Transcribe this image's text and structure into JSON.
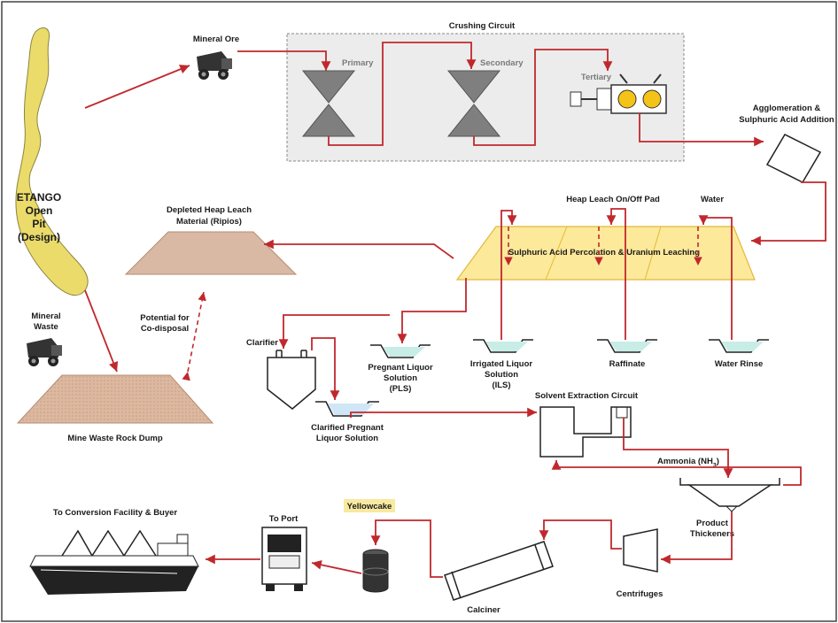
{
  "pit": {
    "line1": "ETANGO",
    "line2": "Open",
    "line3": "Pit",
    "line4": "(Design)"
  },
  "labels": {
    "mineral_ore": "Mineral Ore",
    "crushing_circuit": "Crushing Circuit",
    "primary": "Primary",
    "secondary": "Secondary",
    "tertiary": "Tertiary",
    "agglomeration_1": "Agglomeration &",
    "agglomeration_2": "Sulphuric Acid Addition",
    "heap_leach_pad": "Heap Leach On/Off Pad",
    "water": "Water",
    "leaching": "Sulphuric Acid Percolation & Uranium Leaching",
    "depleted_1": "Depleted Heap Leach",
    "depleted_2": "Material (Ripios)",
    "co_disposal_1": "Potential for",
    "co_disposal_2": "Co-disposal",
    "mineral_waste_1": "Mineral",
    "mineral_waste_2": "Waste",
    "waste_dump": "Mine Waste Rock Dump",
    "clarifier": "Clarifier",
    "pls_1": "Pregnant Liquor",
    "pls_2": "Solution",
    "pls_3": "(PLS)",
    "ils_1": "Irrigated Liquor",
    "ils_2": "Solution",
    "ils_3": "(ILS)",
    "raffinate": "Raffinate",
    "water_rinse": "Water Rinse",
    "solvent_extraction": "Solvent Extraction Circuit",
    "clarified_1": "Clarified Pregnant",
    "clarified_2": "Liquor Solution",
    "ammonia": "Ammonia (NH",
    "ammonia_sub": "3",
    "ammonia_end": ")",
    "product_1": "Product",
    "product_2": "Thickeners",
    "centrifuges": "Centrifuges",
    "calciner": "Calciner",
    "yellowcake": "Yellowcake",
    "to_port": "To Port",
    "conversion": "To Conversion Facility & Buyer"
  },
  "colors": {
    "flow": "#c0282d",
    "pit": "#eadb6b",
    "heap": "#fde99a",
    "dump": "#dcb8a0",
    "ripios": "#d9b9a3",
    "solution": "#c7ede6",
    "clarified": "#cfe6f7",
    "yellowcake_highlight": "#f7e9a0"
  }
}
